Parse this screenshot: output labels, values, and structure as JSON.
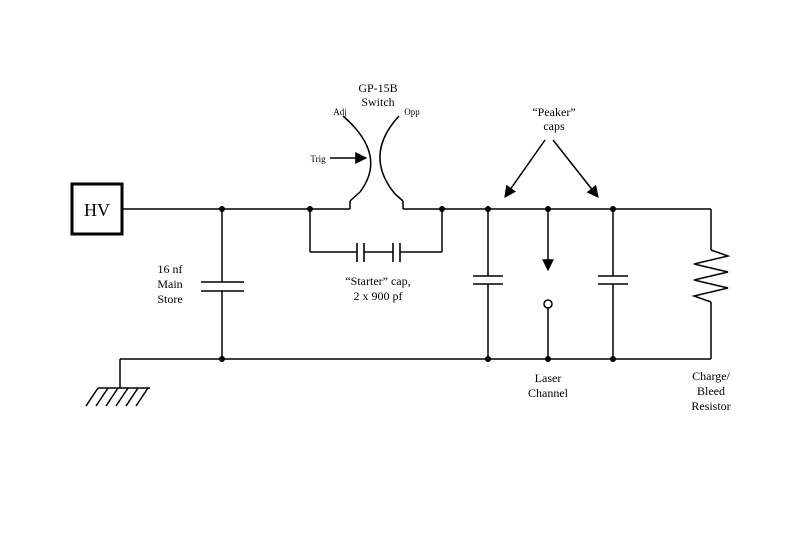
{
  "hv_label": "HV",
  "switch": {
    "name": "GP-15B",
    "type": "Switch",
    "adj": "Adj",
    "opp": "Opp",
    "trig": "Trig"
  },
  "peaker": {
    "line1": "“Peaker”",
    "line2": "caps"
  },
  "main_store": {
    "line1": "16 nf",
    "line2": "Main",
    "line3": "Store"
  },
  "starter": {
    "line1": "“Starter” cap,",
    "line2": "2 x 900 pf"
  },
  "laser": {
    "line1": "Laser",
    "line2": "Channel"
  },
  "resistor": {
    "line1": "Charge/",
    "line2": "Bleed",
    "line3": "Resistor"
  }
}
